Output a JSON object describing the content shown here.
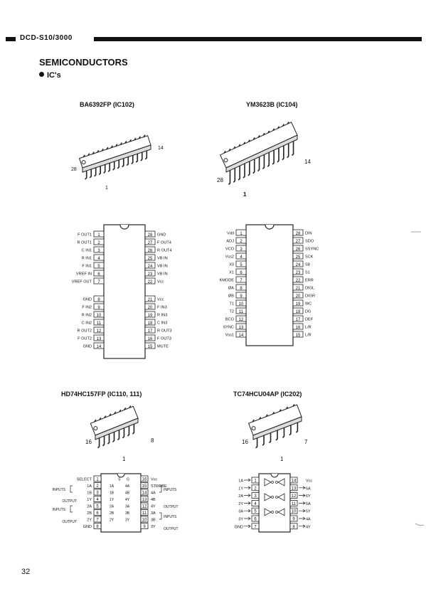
{
  "header": {
    "title": "DCD-S10/3000"
  },
  "section_title": "SEMICONDUCTORS",
  "subsection": "IC's",
  "page_number": "32",
  "chips": {
    "c1": {
      "caption": "BA6392FP (IC102)",
      "pin_hi": "14",
      "pin_first": "28",
      "pin_one": "1",
      "left": [
        "F OUT1",
        "R OUT1",
        "C IN1",
        "R IN1",
        "F IN1",
        "VREF IN",
        "VREF OUT",
        "GND",
        "F IN2",
        "R IN2",
        "C IN2",
        "R OUT2",
        "F OUT2",
        "GND"
      ],
      "right": [
        "GND",
        "F OUT4",
        "R OUT4",
        "VB IN",
        "VB IN",
        "VB IN",
        "Vcc",
        "Vcc",
        "F IN3",
        "R IN3",
        "C IN3",
        "R OUT3",
        "F OUT3",
        "MUTE"
      ]
    },
    "c2": {
      "caption": "YM3623B (IC104)",
      "pin_hi": "14",
      "pin_first": "28",
      "pin_one": "1",
      "left": [
        "Vdd",
        "ADJ",
        "VCO",
        "Vss2",
        "X0",
        "X1",
        "KMODE",
        "ØA",
        "ØB",
        "T1",
        "T2",
        "BCO",
        "SYNC",
        "Vss1"
      ],
      "right": [
        "DIN",
        "SDO",
        "SSYNC",
        "SCK",
        "S8",
        "S1",
        "ERR",
        "DIGL",
        "DIGR",
        "WC",
        "DG",
        "DEF",
        "L/R",
        "L/R"
      ]
    },
    "c3": {
      "caption": "HD74HC157FP (IC110, 111)",
      "pin_a": "16",
      "pin_b": "8",
      "pin_one": "1",
      "left": [
        "SELECT",
        "1A",
        "1B",
        "1Y",
        "2A",
        "2B",
        "2Y",
        "GND"
      ],
      "right": [
        "Vcc",
        "STROBE",
        "4A",
        "4B",
        "4Y",
        "3A",
        "3B",
        "3Y"
      ],
      "inner_left": [
        "1A",
        "1B",
        "1Y",
        "2A",
        "2B",
        "2Y"
      ],
      "inner_right": [
        "4A",
        "4B",
        "4Y",
        "3A",
        "3B",
        "3Y"
      ],
      "inner_top": [
        "S",
        "G"
      ],
      "group_left": [
        "INPUTS",
        "OUTPUT",
        "INPUTS",
        "OUTPUT"
      ],
      "group_right": [
        "INPUTS",
        "OUTPUT",
        "INPUTS",
        "OUTPUT"
      ]
    },
    "c4": {
      "caption": "TC74HCU04AP (IC202)",
      "pin_a": "16",
      "pin_b": "7",
      "pin_one": "1",
      "left": [
        "1A",
        "1Y",
        "2A",
        "2Y",
        "3A",
        "3Y",
        "GND"
      ],
      "right": [
        "Vcc",
        "6A",
        "6Y",
        "5A",
        "5Y",
        "4A",
        "4Y"
      ]
    }
  }
}
